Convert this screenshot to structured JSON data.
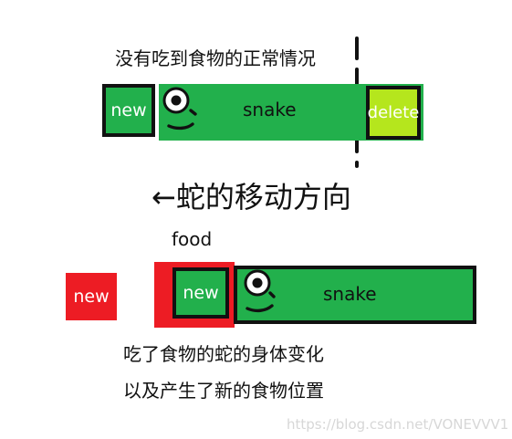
{
  "top_section": {
    "caption": "没有吃到食物的正常情况",
    "new_label": "new",
    "snake_label": "snake",
    "delete_label": "delete"
  },
  "direction_text": "←蛇的移动方向",
  "bottom_section": {
    "food_label": "food",
    "outside_new_label": "new",
    "inner_new_label": "new",
    "snake_label": "snake",
    "caption_line1": "吃了食物的蛇的身体变化",
    "caption_line2": "以及产生了新的食物位置"
  },
  "watermark": "https://blog.csdn.net/VONEVVV1",
  "colors": {
    "snake_green": "#22b04c",
    "delete_lime": "#b5e61d",
    "food_red": "#ed1c24",
    "outline_black": "#111111"
  }
}
